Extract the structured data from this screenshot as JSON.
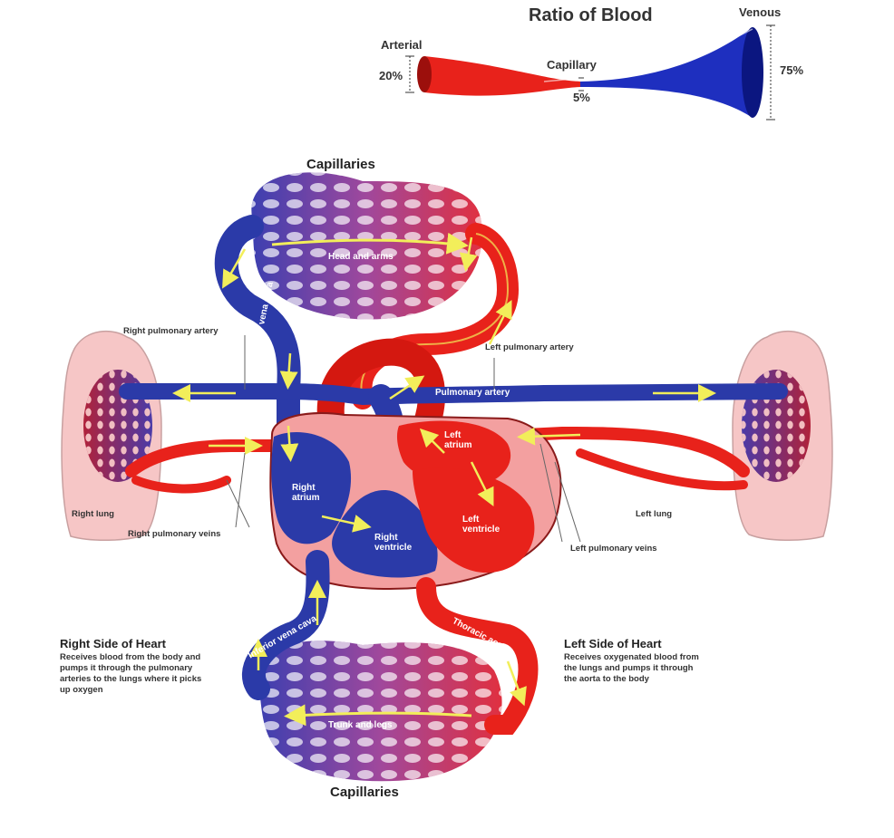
{
  "ratio": {
    "title": "Ratio of Blood",
    "arterial_label": "Arterial",
    "arterial_value": "20%",
    "capillary_label": "Capillary",
    "capillary_value": "5%",
    "venous_label": "Venous",
    "venous_value": "75%",
    "arterial_color": "#e8221b",
    "venous_color": "#1e2fbf"
  },
  "capillaries_top": "Capillaries",
  "capillaries_bottom": "Capillaries",
  "inner_labels": {
    "head_and_arms": "Head and arms",
    "trunk_and_legs": "Trunk and legs",
    "superior_vena_cava": "Superior vena cava",
    "inferior_vena_cava": "Inferior vena cava",
    "thoracic_aorta": "Thoracic aorta",
    "pulmonary_artery": "Pulmonary artery"
  },
  "heart_labels": {
    "right_atrium": "Right atrium",
    "right_ventricle": "Right ventricle",
    "left_atrium": "Left atrium",
    "left_ventricle": "Left ventricle"
  },
  "lung_labels": {
    "right_lung": "Right lung",
    "left_lung": "Left lung"
  },
  "vessel_labels": {
    "right_pulmonary_artery": "Right pulmonary artery",
    "left_pulmonary_artery": "Left pulmonary artery",
    "right_pulmonary_veins": "Right pulmonary veins",
    "left_pulmonary_veins": "Left pulmonary veins"
  },
  "right_side": {
    "title": "Right Side of Heart",
    "description": "Receives blood from the body and pumps it through the pulmonary arteries to the lungs where it picks up oxygen"
  },
  "left_side": {
    "title": "Left Side of Heart",
    "description": "Receives oxygenated blood from the lungs and pumps it through the aorta to the body"
  },
  "colors": {
    "arterial": "#e8221b",
    "venous": "#2b3aa8",
    "lung_fill": "#f6c6c6",
    "heart_tissue": "#f3a0a0",
    "flow_arrow": "#f2ee5a"
  }
}
